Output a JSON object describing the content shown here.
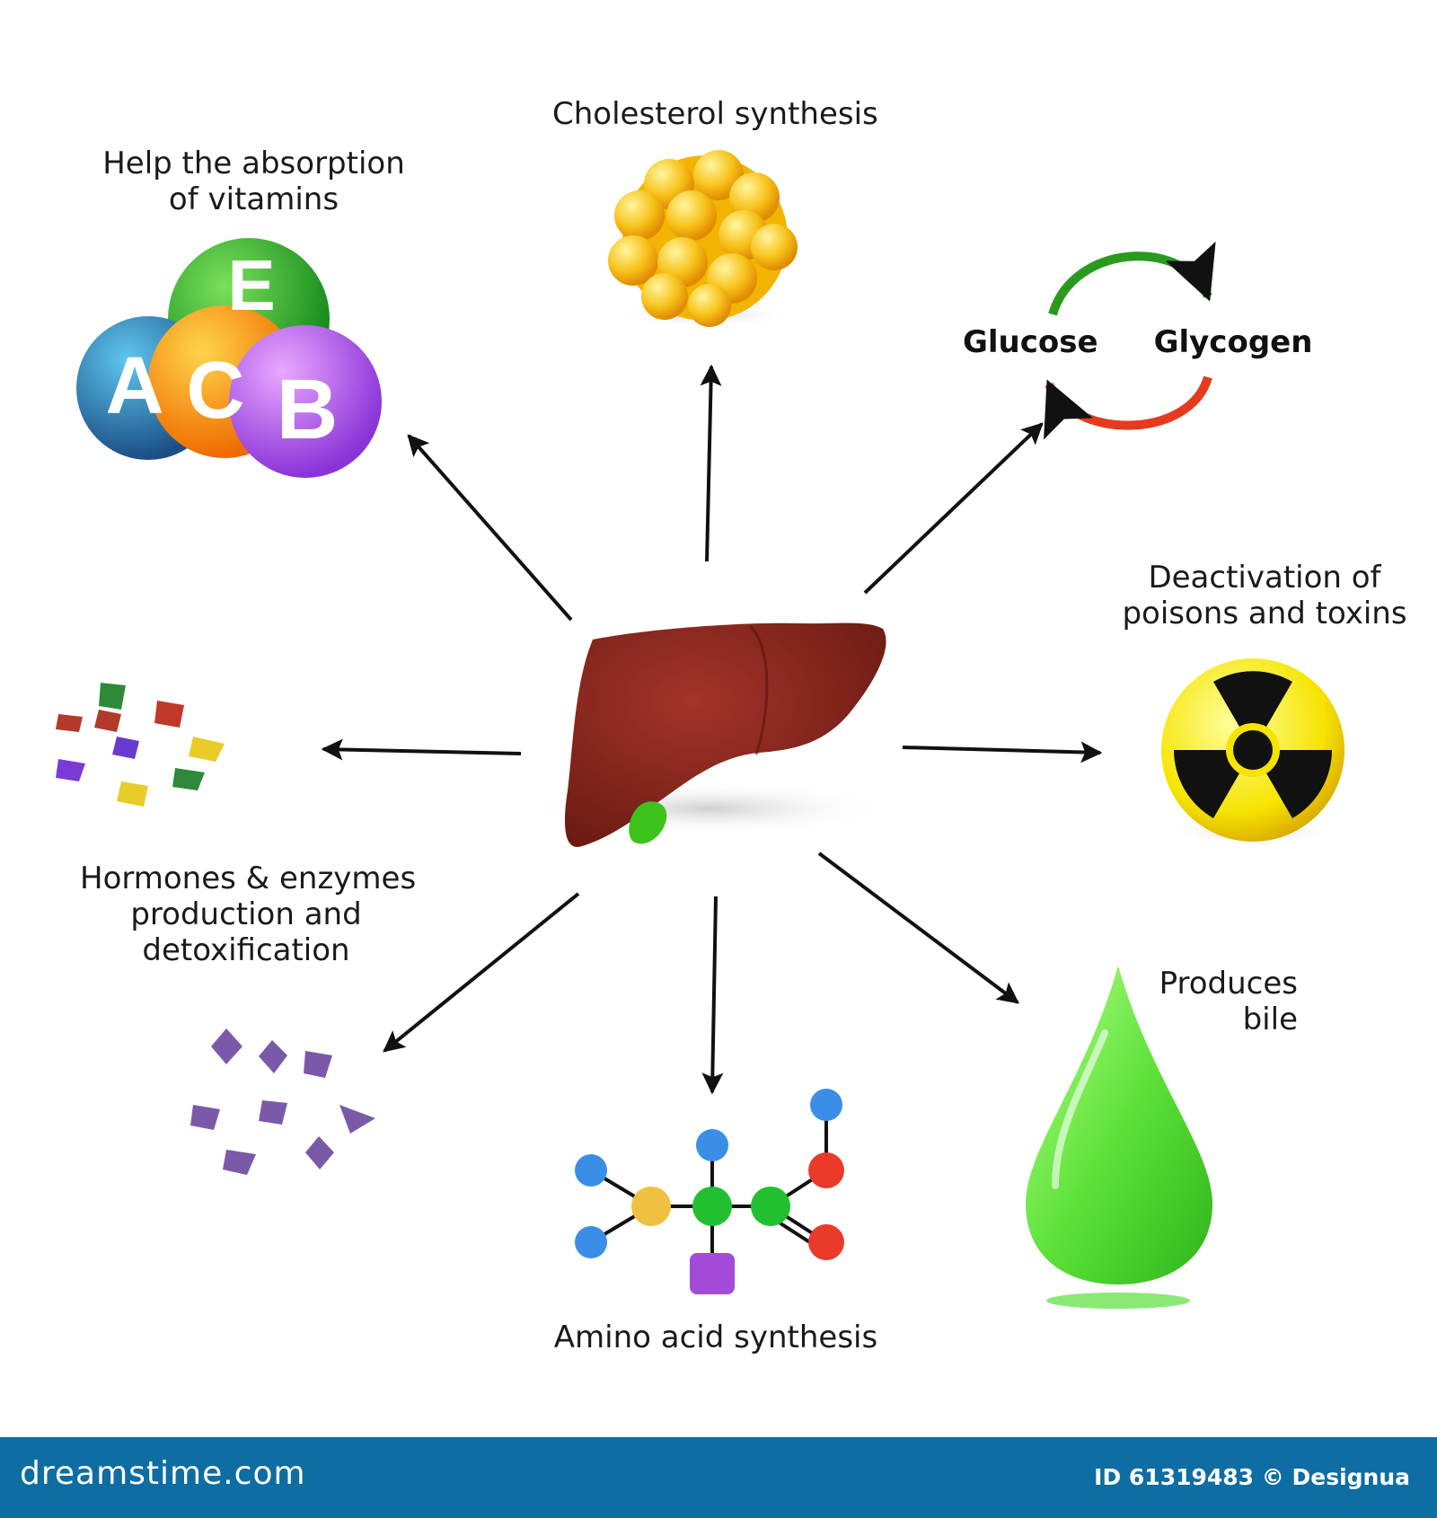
{
  "labels": {
    "vitamins": [
      "Help the absorption",
      "of vitamins"
    ],
    "cholesterol": "Cholesterol synthesis",
    "glucose": "Glucose",
    "glycogen": "Glycogen",
    "toxins": [
      "Deactivation of",
      "poisons and toxins"
    ],
    "hormones": [
      "Hormones & enzymes",
      "production and",
      "detoxification"
    ],
    "bile": [
      "Produces",
      "bile"
    ],
    "amino": "Amino acid synthesis"
  },
  "vitamin_letters": [
    "E",
    "A",
    "C",
    "B"
  ],
  "footer": {
    "site": "dreamstime.com",
    "id": "ID 61319483 © Designua"
  },
  "colors": {
    "liver": "#7a1f16",
    "gallbladder": "#3cc21a",
    "arrow": "#111111",
    "footer": "#0e6da2",
    "cycle_top": "#2a9a1e",
    "cycle_bottom": "#e53a1e"
  }
}
